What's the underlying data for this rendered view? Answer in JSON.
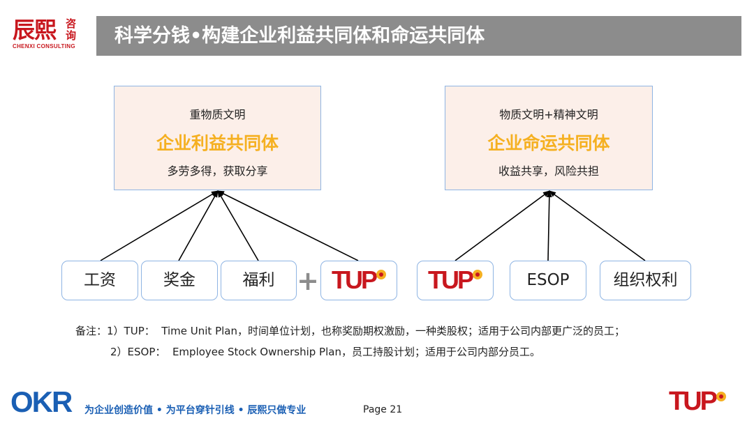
{
  "header": {
    "logo_cn": "辰熙",
    "logo_cn_side": "咨询",
    "logo_en": "CHENXI CONSULTING",
    "title": "科学分钱•构建企业利益共同体和命运共同体"
  },
  "diagram": {
    "left_group": {
      "line1": "重物质文明",
      "line2": "企业利益共同体",
      "line3": "多劳多得，获取分享",
      "sources": [
        "工资",
        "奖金",
        "福利",
        "TUP"
      ]
    },
    "right_group": {
      "line1": "物质文明+精神文明",
      "line2": "企业命运共同体",
      "line3": "收益共享，风险共担",
      "sources": [
        "TUP",
        "ESOP",
        "组织权利"
      ]
    },
    "plus": "+"
  },
  "notes": {
    "prefix": "备注：",
    "note1_prefix": "1）TUP：",
    "note1_body": "Time Unit Plan，时间单位计划，也称奖励期权激励，一种类股权；适用于公司内部更广泛的员工；",
    "note2_prefix": "2）ESOP：",
    "note2_body": "Employee Stock Ownership Plan，员工持股计划；适用于公司内部分员工。"
  },
  "footer": {
    "okr": "OKR",
    "slogan": "为企业创造价值 • 为平台穿针引线 • 辰熙只做专业",
    "page": "Page 21",
    "tup_logo": "TUP"
  },
  "colors": {
    "brand_red": "#c8171e",
    "gold": "#f5b021",
    "title_bar": "#8c8c8c",
    "box_border": "#8eb4e3",
    "box_fill": "#fcefe9",
    "okr_blue": "#1a5fb4"
  }
}
